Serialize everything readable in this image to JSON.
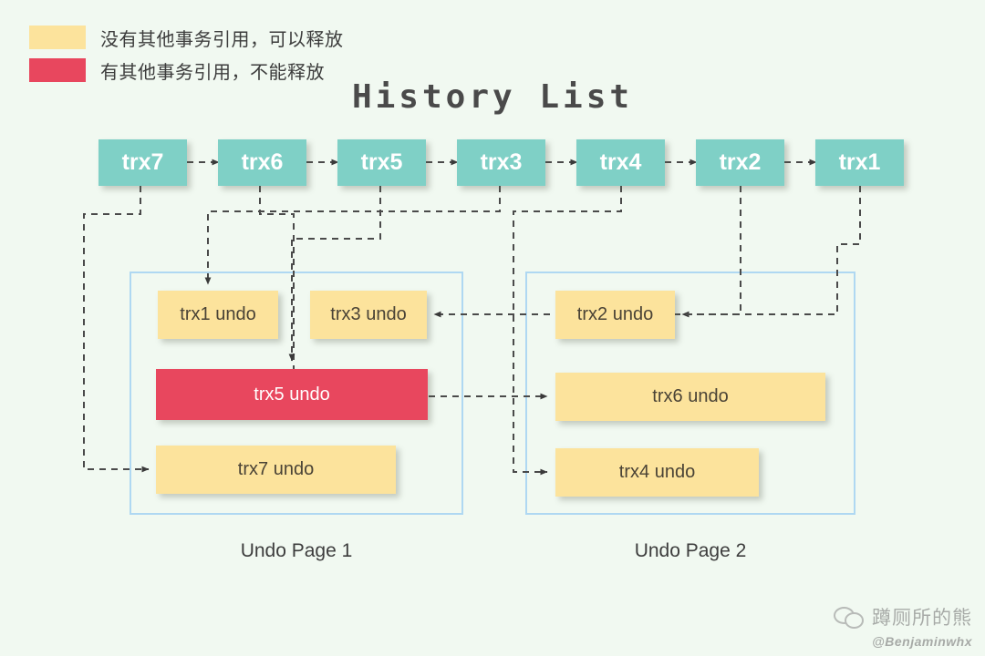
{
  "title": "History List",
  "colors": {
    "background": "#F1F9F1",
    "trx_box": "#7FD0C6",
    "undo_releasable": "#FCE39C",
    "undo_locked": "#E8475E",
    "page_border": "#AFD8F2",
    "connector": "#4a4a4a"
  },
  "legend": [
    {
      "color": "#FCE39C",
      "text": "没有其他事务引用，可以释放"
    },
    {
      "color": "#E8475E",
      "text": "有其他事务引用，不能释放"
    }
  ],
  "history_list": [
    {
      "label": "trx7"
    },
    {
      "label": "trx6"
    },
    {
      "label": "trx5"
    },
    {
      "label": "trx3"
    },
    {
      "label": "trx4"
    },
    {
      "label": "trx2"
    },
    {
      "label": "trx1"
    }
  ],
  "pages": [
    {
      "label": "Undo Page 1",
      "entries": [
        {
          "label": "trx1 undo",
          "state": "releasable"
        },
        {
          "label": "trx3 undo",
          "state": "releasable"
        },
        {
          "label": "trx5 undo",
          "state": "locked"
        },
        {
          "label": "trx7 undo",
          "state": "releasable"
        }
      ]
    },
    {
      "label": "Undo Page 2",
      "entries": [
        {
          "label": "trx2 undo",
          "state": "releasable"
        },
        {
          "label": "trx6 undo",
          "state": "releasable"
        },
        {
          "label": "trx4 undo",
          "state": "releasable"
        }
      ]
    }
  ],
  "watermark": {
    "name": "蹲厕所的熊",
    "handle": "@Benjaminwhx"
  }
}
